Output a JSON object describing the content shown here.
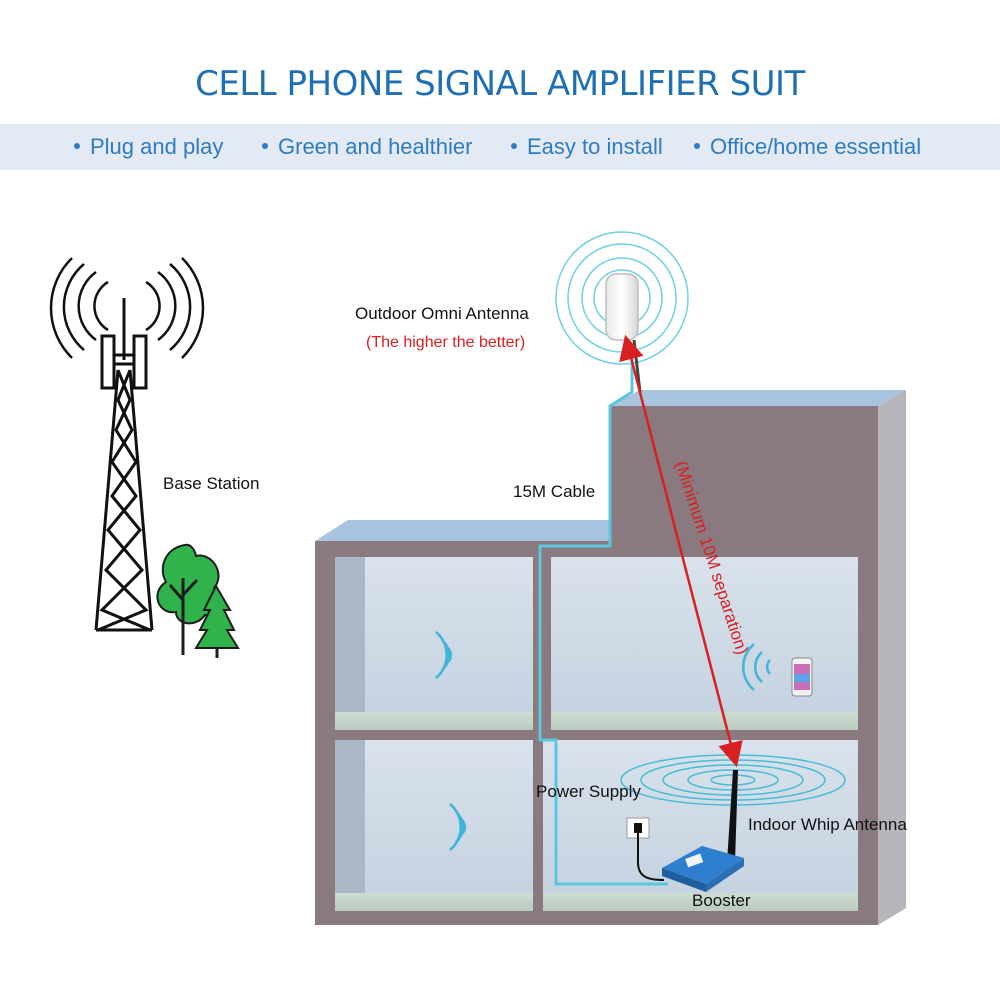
{
  "title": "CELL PHONE SIGNAL AMPLIFIER SUIT",
  "features": [
    "Plug and play",
    "Green and healthier",
    "Easy to install",
    "Office/home essential"
  ],
  "labels": {
    "base_station": "Base Station",
    "outdoor_antenna": "Outdoor Omni Antenna",
    "outdoor_note": "(The higher the better)",
    "cable": "15M Cable",
    "separation": "(Minimum 10M separation)",
    "power_supply": "Power  Supply",
    "indoor_antenna": "Indoor Whip Antenna",
    "booster": "Booster"
  },
  "colors": {
    "accent": "#1f6fb5",
    "feature_bar": "#e4eaf3",
    "cable": "#5cc7dc",
    "separation_arrow": "#d92020",
    "building_wall": "#8a7a80",
    "room": "#c9d6e3",
    "booster": "#2f7fd0"
  }
}
